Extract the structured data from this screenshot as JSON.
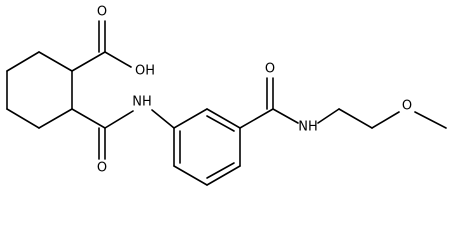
{
  "molecule": {
    "labels": {
      "hydroxyl": "OH",
      "carboxyl_carbonyl_oxygen": "O",
      "amide1_oxygen": "O",
      "amide1_nh": "NH",
      "amide2_oxygen": "O",
      "amide2_nh": "NH",
      "ether_oxygen": "O"
    },
    "colors": {
      "bond": "#000000",
      "label": "#000000",
      "background": "#ffffff"
    }
  }
}
